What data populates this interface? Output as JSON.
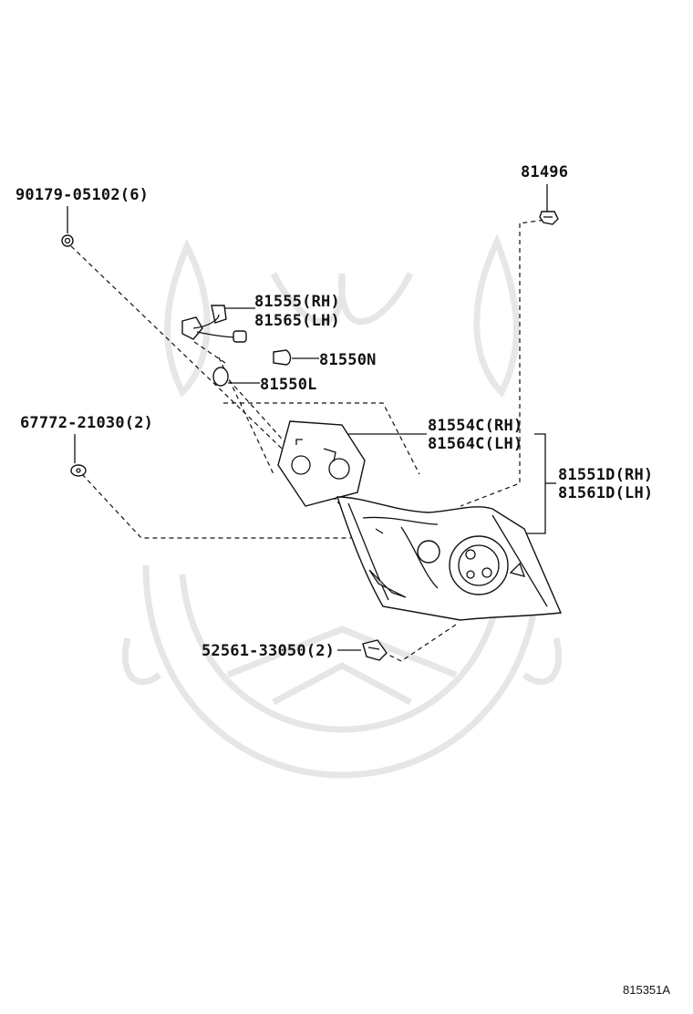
{
  "labels": {
    "p90179": "90179-05102(6)",
    "p81496": "81496",
    "p81555": "81555(RH)",
    "p81565": "81565(LH)",
    "p81550n": "81550N",
    "p81550l": "81550L",
    "p67772": "67772-21030(2)",
    "p81554": "81554C(RH)",
    "p81564": "81564C(LH)",
    "p81551": "81551D(RH)",
    "p81561": "81561D(LH)",
    "p52561": "52561-33050(2)"
  },
  "diagram_code": "815351A"
}
